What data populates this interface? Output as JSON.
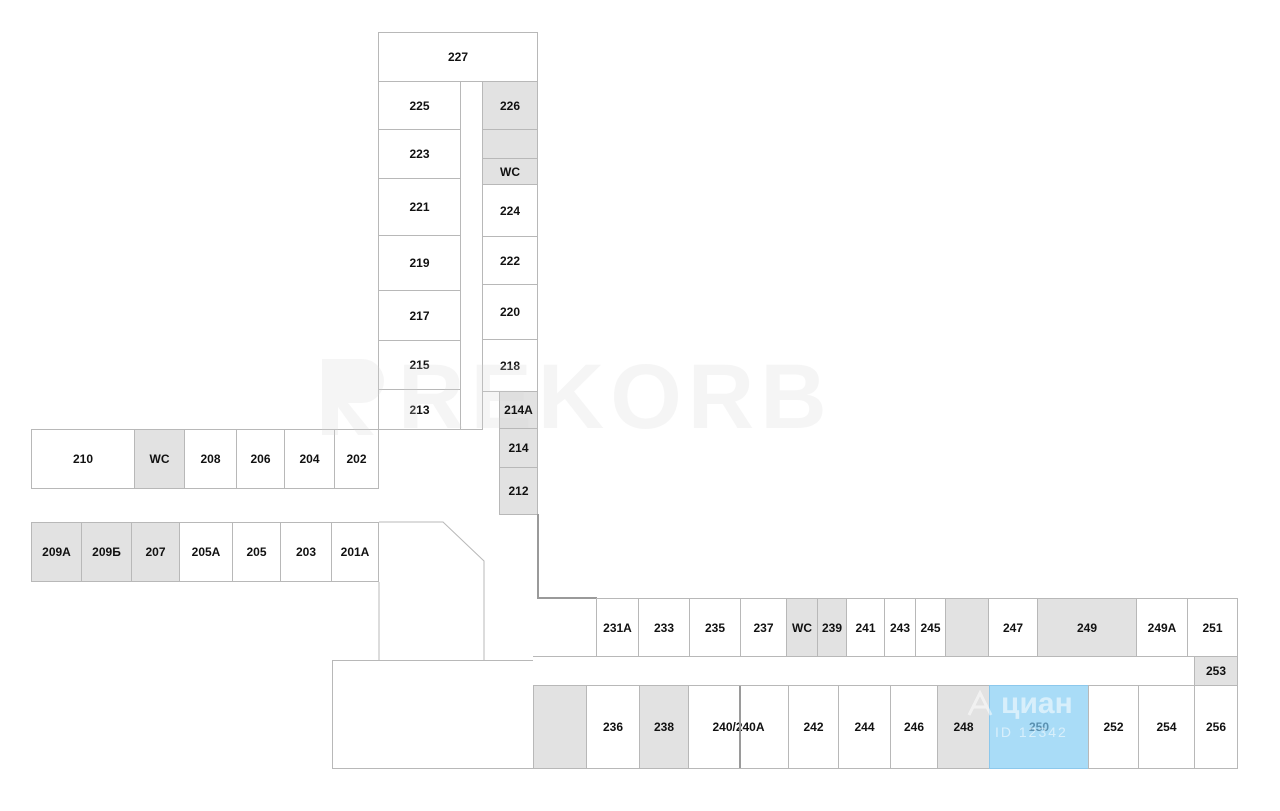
{
  "watermark": {
    "text": "REKORB"
  },
  "overlay_brand": {
    "text": "циан",
    "sub": "ID 12342"
  },
  "colors": {
    "room_fill": "#ffffff",
    "utility_fill": "#e2e2e2",
    "selected_fill": "#a9dcf7",
    "wall": "#b8b8b8"
  },
  "selected_room": "250",
  "rooms": {
    "r227": "227",
    "r225": "225",
    "r226": "226",
    "r223": "223",
    "wc_top": "WC",
    "r221": "221",
    "r224": "224",
    "r219": "219",
    "r222": "222",
    "r217": "217",
    "r220": "220",
    "r215": "215",
    "r218": "218",
    "r213": "213",
    "r214a": "214A",
    "r214": "214",
    "r212": "212",
    "r210": "210",
    "wc_left": "WC",
    "r208": "208",
    "r206": "206",
    "r204": "204",
    "r202": "202",
    "r209a": "209А",
    "r209b": "209Б",
    "r207": "207",
    "r205a": "205А",
    "r205": "205",
    "r203": "203",
    "r201a": "201А",
    "r231a": "231А",
    "r233": "233",
    "r235": "235",
    "r237": "237",
    "wc_right": "WC",
    "r239": "239",
    "r241": "241",
    "r243": "243",
    "r245": "245",
    "r247": "247",
    "r249": "249",
    "r249a": "249А",
    "r251": "251",
    "r253": "253",
    "r236": "236",
    "r238": "238",
    "r240": "240/240А",
    "r242": "242",
    "r244": "244",
    "r246": "246",
    "r248": "248",
    "r250": "250",
    "r252": "252",
    "r254": "254",
    "r256": "256"
  }
}
